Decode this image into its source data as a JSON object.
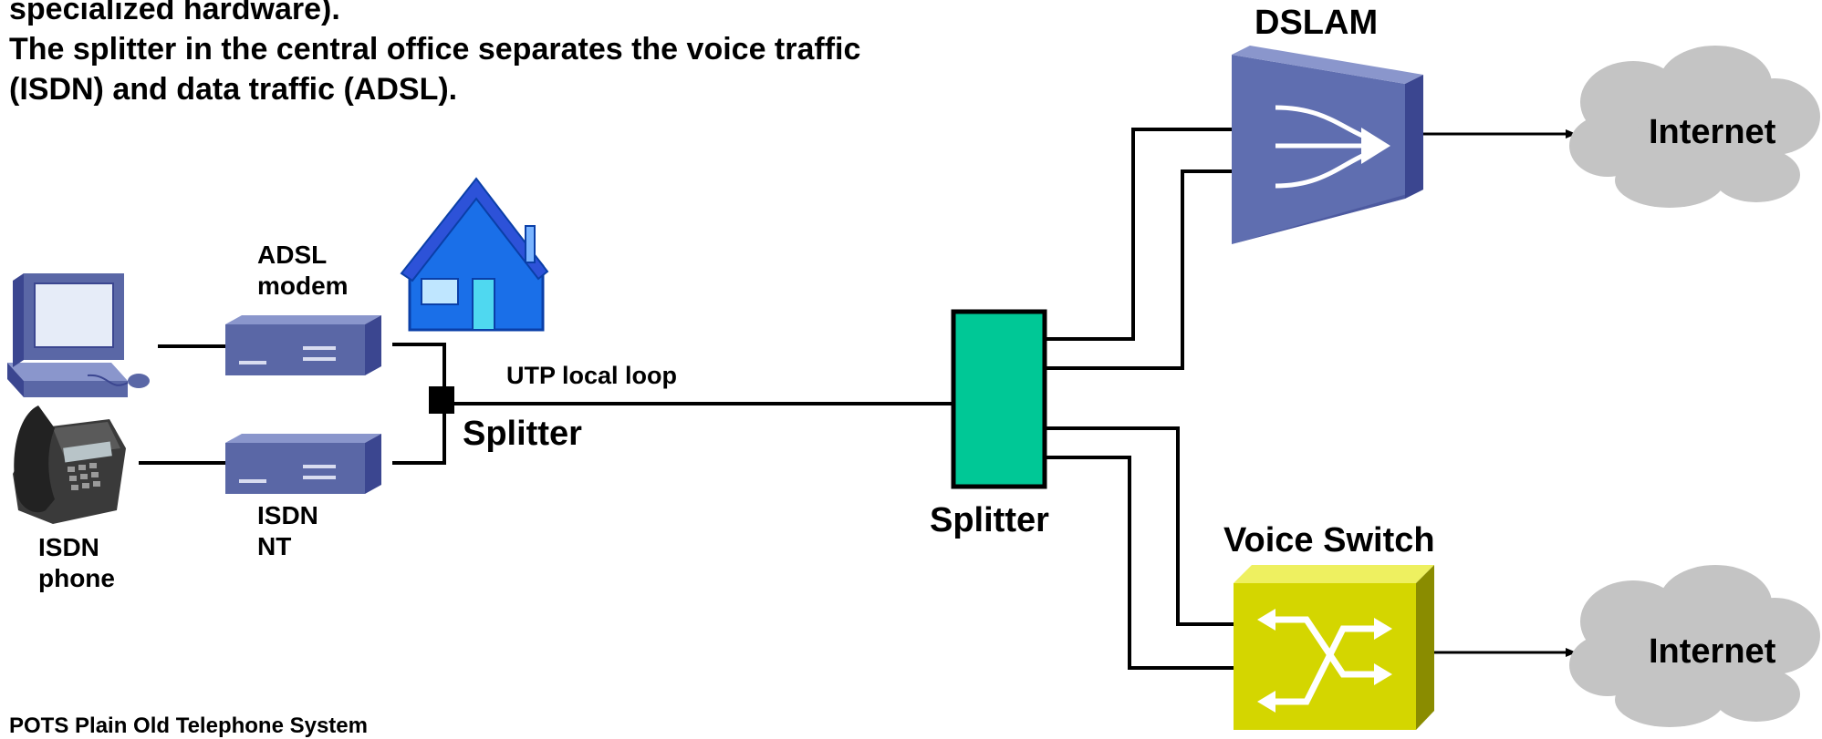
{
  "intro": {
    "line1": "specialized hardware).",
    "line2": "The splitter in the central office separates the voice traffic",
    "line3": "(ISDN) and data traffic (ADSL)."
  },
  "labels": {
    "dslam": "DSLAM",
    "internet_top": "Internet",
    "internet_bottom": "Internet",
    "voice_switch": "Voice Switch",
    "adsl_modem_1": "ADSL",
    "adsl_modem_2": "modem",
    "utp_local_loop": "UTP local loop",
    "splitter_home": "Splitter",
    "splitter_co": "Splitter",
    "isdn_nt_1": "ISDN",
    "isdn_nt_2": "NT",
    "isdn_phone_1": "ISDN",
    "isdn_phone_2": "phone"
  },
  "footer": "POTS Plain Old Telephone System",
  "colors": {
    "device_blue": "#5a67a6",
    "device_blue_light": "#8a96cc",
    "dslam_blue": "#5f6eb0",
    "house_blue": "#1a6fe8",
    "splitter_green": "#00c896",
    "voice_switch_yellow": "#d4d600",
    "cloud_gray": "#c4c4c4",
    "line_black": "#000000"
  },
  "icons": [
    "computer-icon",
    "phone-icon",
    "modem-icon",
    "house-icon",
    "dslam-icon",
    "voice-switch-icon",
    "cloud-icon"
  ]
}
